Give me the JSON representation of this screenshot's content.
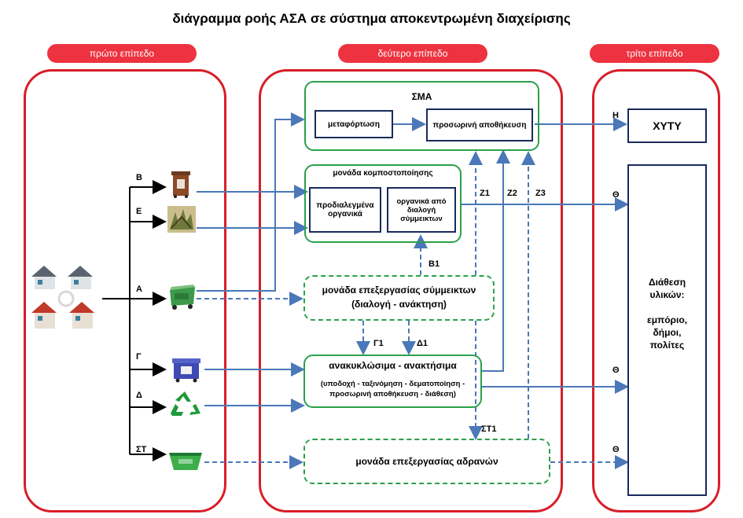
{
  "title": "διάγραμμα ροής ΑΣΑ σε σύστημα αποκεντρωμένη διαχείρισης",
  "levels": {
    "first": "πρώτο επίπεδο",
    "second": "δεύτερο επίπεδο",
    "third": "τρίτο επίπεδο"
  },
  "sma": {
    "title": "ΣΜΑ",
    "transfer": "μεταφόρτωση",
    "temp_storage": "προσωρινή αποθήκευση"
  },
  "compost": {
    "title": "μονάδα κομποστοποίησης",
    "presorted": "προδιαλεγμένα οργανικά",
    "from_mixed": "οργανικά από διαλογή σύμμεικτων"
  },
  "mixed_unit": {
    "line1": "μονάδα επεξεργασίας σύμμεικτων",
    "line2": "(διαλογή - ανάκτηση)"
  },
  "recyclables": {
    "title": "ανακυκλώσιμα - ανακτήσιμα",
    "sub": "(υποδοχή - ταξινόμηση - δεματοποίηση - προσωρινή αποθήκευση - διάθεση)"
  },
  "inert_unit": "μονάδα επεξεργασίας αδρανών",
  "landfill": "ΧΥΤΥ",
  "disposal": {
    "line1": "Διάθεση",
    "line2": "υλικών:",
    "line3": "εμπόριο,",
    "line4": "δήμοι,",
    "line5": "πολίτες"
  },
  "stream_labels": {
    "B": "Β",
    "E": "Ε",
    "A": "Α",
    "G": "Γ",
    "D": "Δ",
    "ST": "ΣΤ"
  },
  "flow_labels": {
    "H": "Η",
    "Th1": "Θ",
    "Th2": "Θ",
    "Th3": "Θ",
    "Z1": "Ζ1",
    "Z2": "Ζ2",
    "Z3": "Ζ3",
    "B1": "Β1",
    "G1": "Γ1",
    "D1": "Δ1",
    "ST1": "ΣΤ1"
  },
  "colors": {
    "lane_border": "#d81e28",
    "pill": "#ee3340",
    "green": "#2ba04a",
    "arrow": "#4a78b8",
    "navy": "#1a2a5c"
  },
  "icons": [
    "houses-icon",
    "brown-bin-icon",
    "garden-waste-icon",
    "green-mixed-bin-icon",
    "blue-recycling-bin-icon",
    "recycle-symbol-icon",
    "green-skip-icon"
  ]
}
